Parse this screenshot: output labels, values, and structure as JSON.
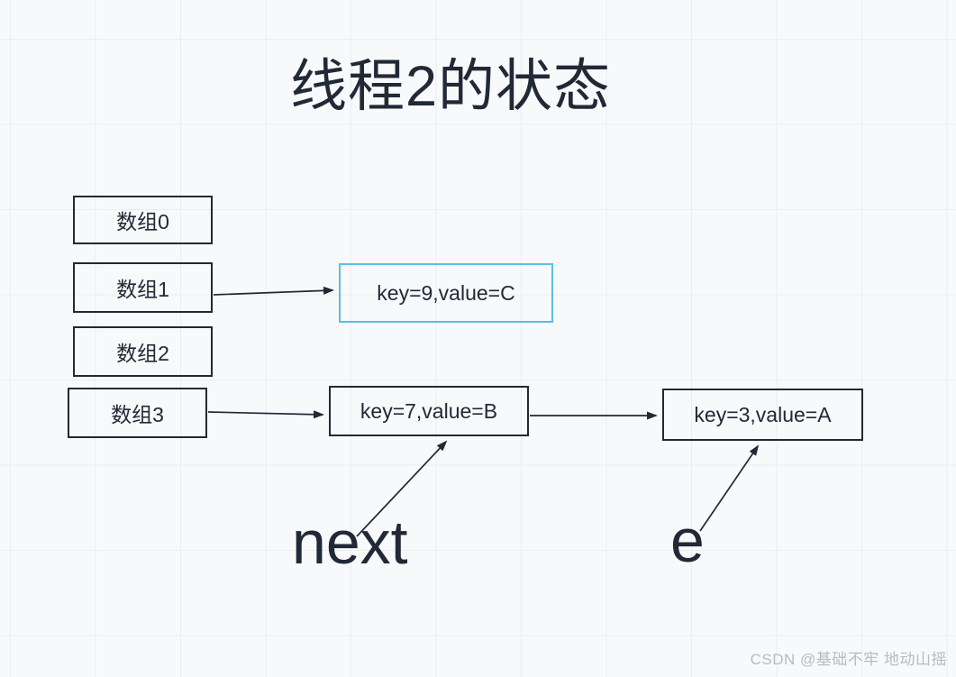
{
  "title": {
    "text": "线程2的状态"
  },
  "array_boxes": [
    {
      "label": "数组0"
    },
    {
      "label": "数组1"
    },
    {
      "label": "数组2"
    },
    {
      "label": "数组3"
    }
  ],
  "entry_nodes": [
    {
      "label": "key=9,value=C",
      "highlighted": true
    },
    {
      "label": "key=7,value=B",
      "highlighted": false
    },
    {
      "label": "key=3,value=A",
      "highlighted": false
    }
  ],
  "annotations": {
    "next_label": "next",
    "e_label": "e"
  },
  "watermark": {
    "text": "CSDN @基础不牢 地动山摇"
  },
  "colors": {
    "background": "#f8f9fb",
    "grid_line": "#eaedf1",
    "node_border": "#222936",
    "highlight_border": "#58bfe9",
    "text": "#222936",
    "watermark": "#b9babc"
  }
}
